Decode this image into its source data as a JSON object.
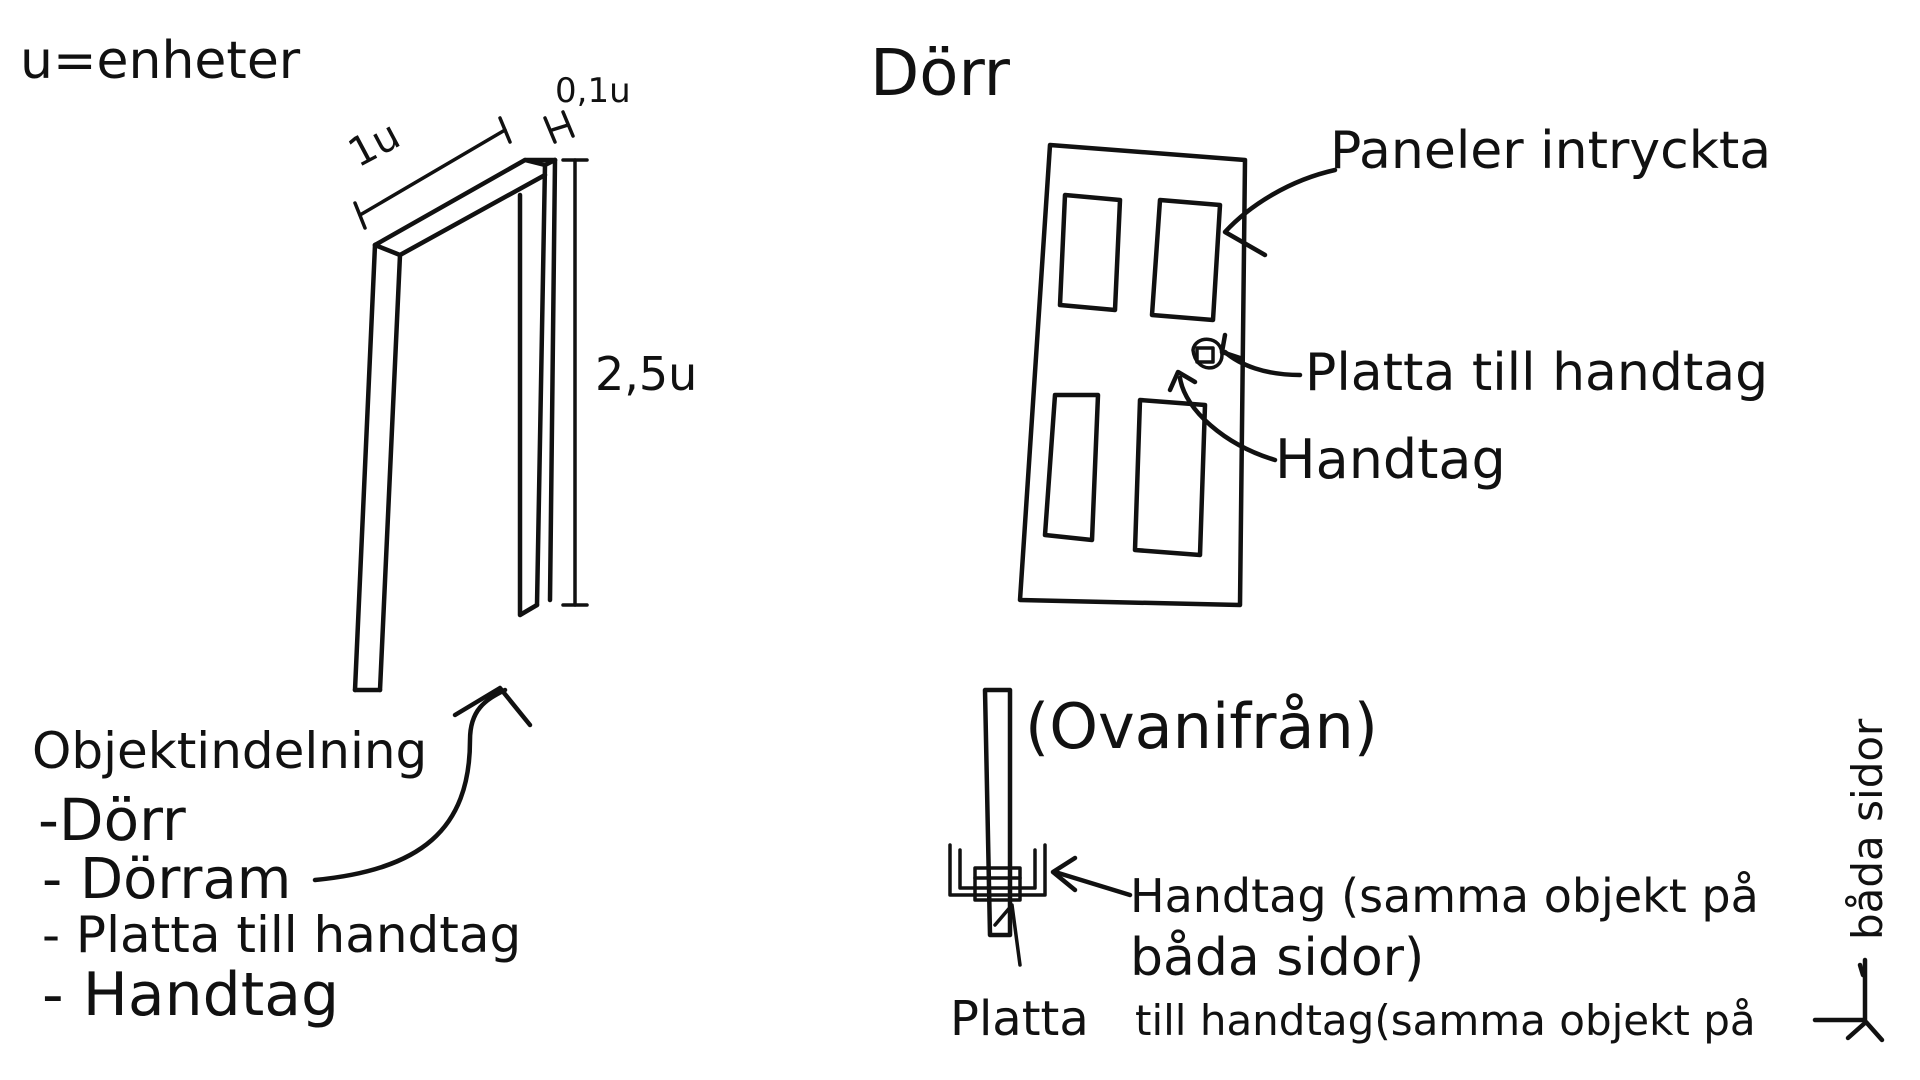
{
  "units_note": "u=enheter",
  "frame": {
    "width_label": "1u",
    "depth_label": "0,1u",
    "height_label": "2,5u"
  },
  "door": {
    "title": "Dörr",
    "panels_label": "Paneler intryckta",
    "plate_label": "Platta till handtag",
    "handle_label": "Handtag"
  },
  "object_list": {
    "heading": "Objektindelning",
    "items": [
      "-Dörr",
      "- Dörram",
      "- Platta till handtag",
      "- Handtag"
    ]
  },
  "top_view": {
    "title": "(Ovanifrån)",
    "handle_note_line1": "Handtag (samma objekt på",
    "handle_note_line2": "båda sidor)",
    "plate_note_line1": "Platta",
    "plate_note_line2": "till handtag(samma objekt på",
    "plate_note_vertical": "båda sidor"
  }
}
